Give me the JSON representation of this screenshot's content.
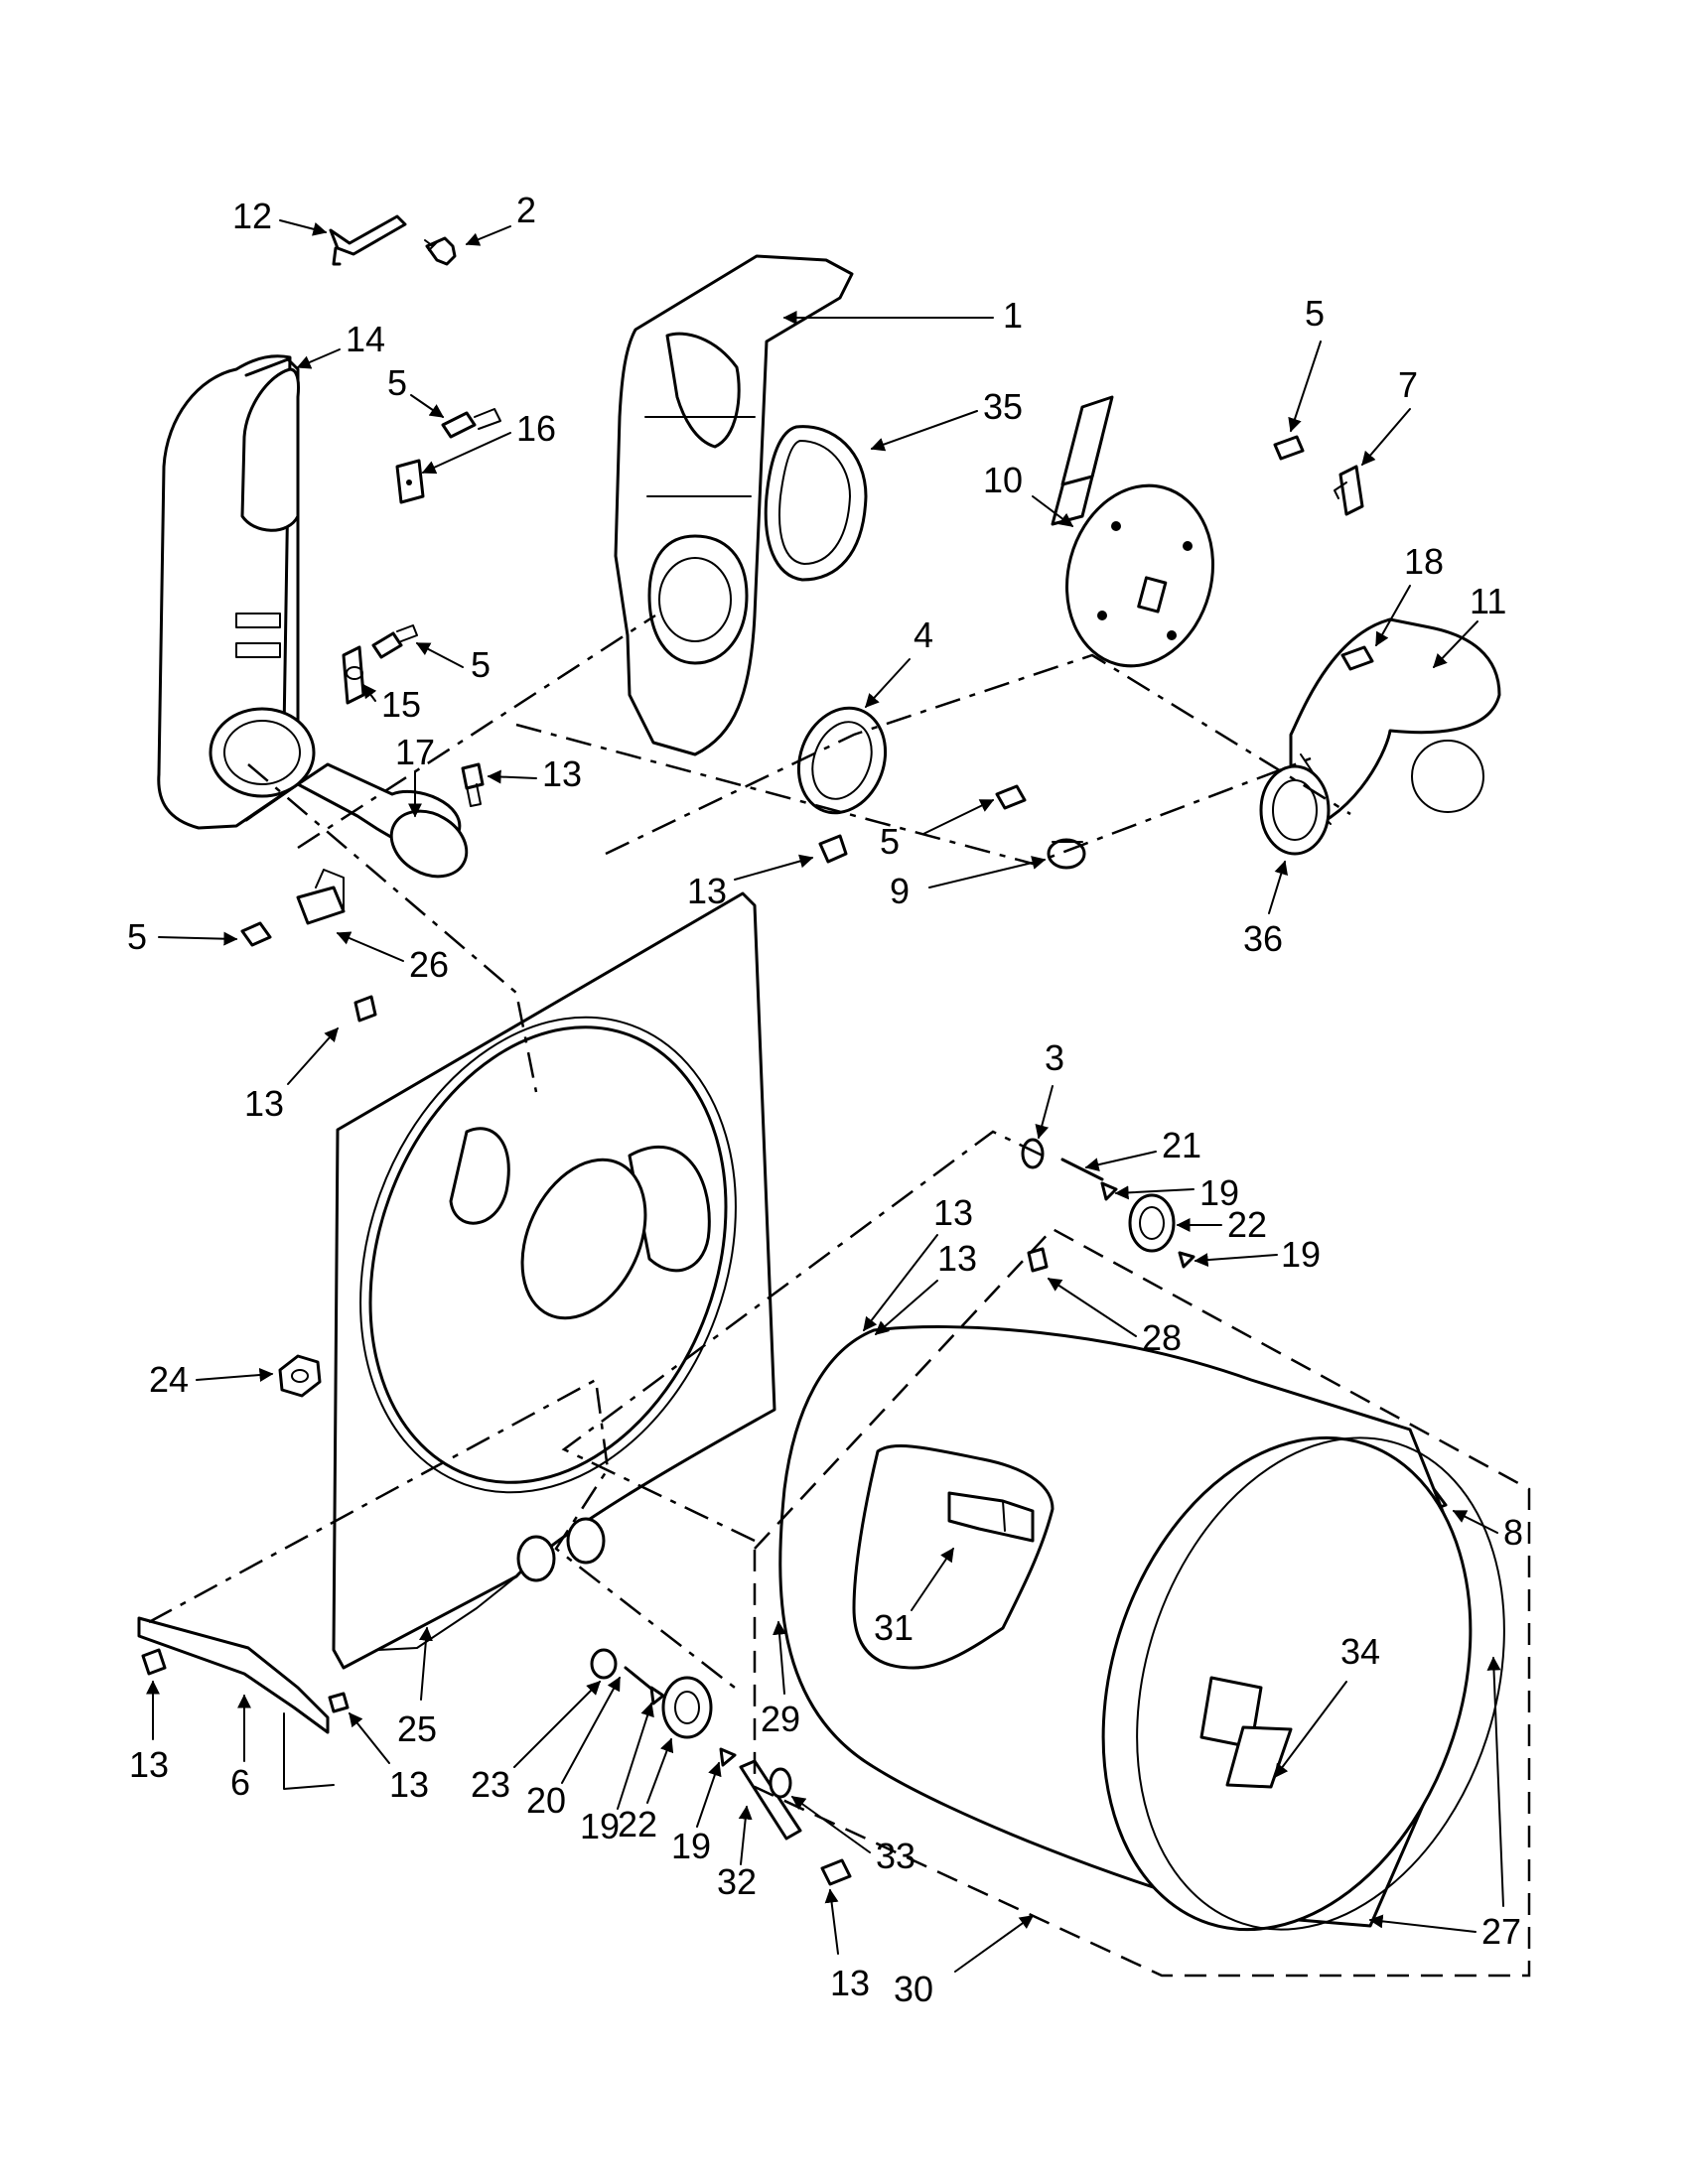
{
  "callouts": [
    {
      "id": "c1",
      "text": "1"
    },
    {
      "id": "c2",
      "text": "2"
    },
    {
      "id": "c3",
      "text": "3"
    },
    {
      "id": "c4",
      "text": "4"
    },
    {
      "id": "c5a",
      "text": "5"
    },
    {
      "id": "c5b",
      "text": "5"
    },
    {
      "id": "c5c",
      "text": "5"
    },
    {
      "id": "c5d",
      "text": "5"
    },
    {
      "id": "c5e",
      "text": "5"
    },
    {
      "id": "c6",
      "text": "6"
    },
    {
      "id": "c7",
      "text": "7"
    },
    {
      "id": "c8",
      "text": "8"
    },
    {
      "id": "c9",
      "text": "9"
    },
    {
      "id": "c10",
      "text": "10"
    },
    {
      "id": "c11",
      "text": "11"
    },
    {
      "id": "c12",
      "text": "12"
    },
    {
      "id": "c13a",
      "text": "13"
    },
    {
      "id": "c13b",
      "text": "13"
    },
    {
      "id": "c13c",
      "text": "13"
    },
    {
      "id": "c13d",
      "text": "13"
    },
    {
      "id": "c13e",
      "text": "13"
    },
    {
      "id": "c13f",
      "text": "13"
    },
    {
      "id": "c13g",
      "text": "13"
    },
    {
      "id": "c13h",
      "text": "13"
    },
    {
      "id": "c14",
      "text": "14"
    },
    {
      "id": "c15",
      "text": "15"
    },
    {
      "id": "c16",
      "text": "16"
    },
    {
      "id": "c17",
      "text": "17"
    },
    {
      "id": "c18",
      "text": "18"
    },
    {
      "id": "c19a",
      "text": "19"
    },
    {
      "id": "c19b",
      "text": "19"
    },
    {
      "id": "c19c",
      "text": "19"
    },
    {
      "id": "c19d",
      "text": "19"
    },
    {
      "id": "c20",
      "text": "20"
    },
    {
      "id": "c21",
      "text": "21"
    },
    {
      "id": "c22a",
      "text": "22"
    },
    {
      "id": "c22b",
      "text": "22"
    },
    {
      "id": "c23",
      "text": "23"
    },
    {
      "id": "c24",
      "text": "24"
    },
    {
      "id": "c25",
      "text": "25"
    },
    {
      "id": "c26",
      "text": "26"
    },
    {
      "id": "c27",
      "text": "27"
    },
    {
      "id": "c28",
      "text": "28"
    },
    {
      "id": "c29",
      "text": "29"
    },
    {
      "id": "c30",
      "text": "30"
    },
    {
      "id": "c31",
      "text": "31"
    },
    {
      "id": "c32",
      "text": "32"
    },
    {
      "id": "c33",
      "text": "33"
    },
    {
      "id": "c34",
      "text": "34"
    },
    {
      "id": "c35",
      "text": "35"
    },
    {
      "id": "c36",
      "text": "36"
    }
  ]
}
